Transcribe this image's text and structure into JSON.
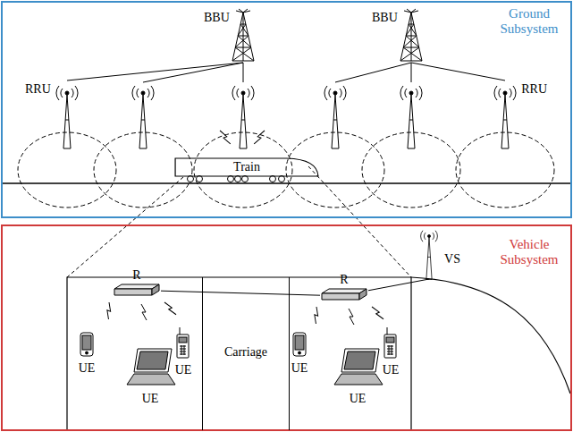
{
  "diagram": {
    "nodes": [
      {
        "text": [
          "Ground Subsystem"
        ]
      },
      {
        "text": [
          "BBU"
        ],
        "in": 0
      },
      {
        "text": [
          "BBU"
        ],
        "in": 0
      },
      {
        "text": [
          "RRU"
        ],
        "in": 0
      },
      {
        "text": [
          "RRU"
        ],
        "in": 0
      },
      {
        "text": [
          "Train"
        ],
        "in": 0
      },
      {
        "text": [
          "Vehicle Subsystem"
        ]
      },
      {
        "text": [
          "VS"
        ],
        "in": 6
      },
      {
        "text": [
          "R"
        ],
        "in": 6
      },
      {
        "text": [
          "R"
        ],
        "in": 6
      },
      {
        "text": [
          "Carriage"
        ],
        "in": 6
      }
    ],
    "edges": [
      {
        "from": 1,
        "to": 3,
        "arrow": "none"
      },
      {
        "from": 2,
        "to": 4,
        "arrow": "none"
      },
      {
        "from": 8,
        "to": 9,
        "arrow": "none"
      },
      {
        "from": 9,
        "to": 7,
        "arrow": "none"
      }
    ],
    "labels": [
      "UE",
      "UE",
      "UE",
      "UE",
      "UE",
      "UE"
    ]
  }
}
